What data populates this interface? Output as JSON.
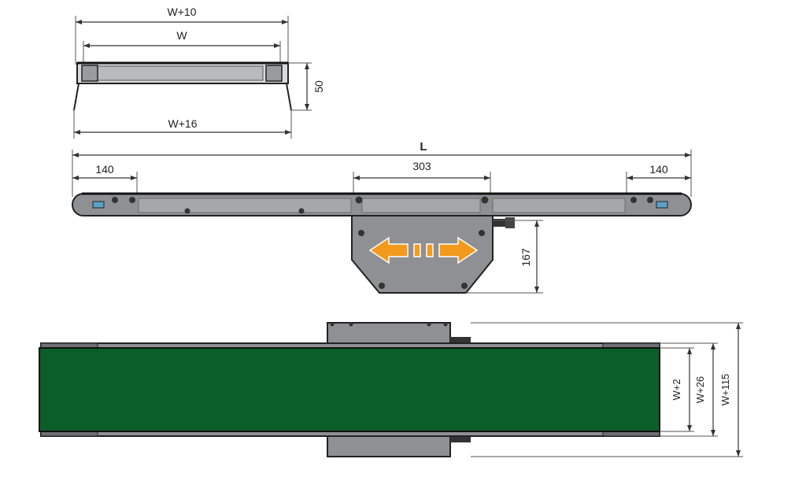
{
  "end_view": {
    "dim_top_outer": "W+10",
    "dim_top_inner": "W",
    "dim_height": "50",
    "dim_bottom": "W+16"
  },
  "side_view": {
    "dim_length": "L",
    "dim_left_end": "140",
    "dim_drive": "303",
    "dim_right_end": "140",
    "dim_drive_height": "167"
  },
  "top_view": {
    "dim_belt": "W+2",
    "dim_frame": "W+26",
    "dim_overall": "W+115"
  },
  "colors": {
    "belt_green": "#0b5e2a",
    "frame_gray": "#8f9093",
    "arrow_orange": "#f39a1e"
  }
}
